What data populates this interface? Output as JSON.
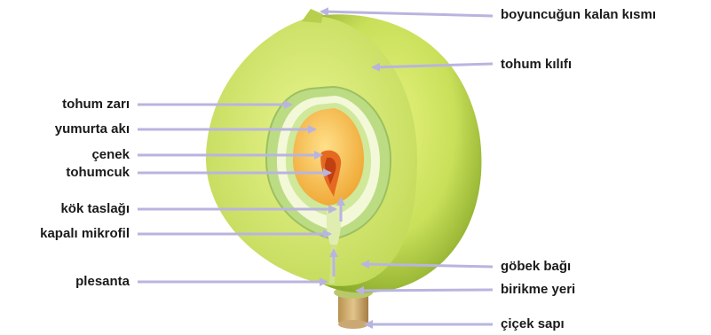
{
  "labels": {
    "stem_remnant": "boyuncuğun kalan kısmı",
    "seed_coat_outer": "tohum kılıfı",
    "seed_coat": "tohum zarı",
    "endosperm": "yumurta akı",
    "cotyledon": "çenek",
    "embryo": "tohumcuk",
    "radicle": "kök taslağı",
    "micropyle": "kapalı mikrofil",
    "placenta": "plesanta",
    "funiculus": "göbek bağı",
    "receptacle": "birikme yeri",
    "pedicel": "çiçek sapı"
  },
  "colors": {
    "arrow": "#b9b4df",
    "fruit_light": "#d6ea6a",
    "fruit_dark": "#8fb22a",
    "endosperm": "#f3b83f",
    "embryo": "#d9541c",
    "stalk": "#c9a46a"
  }
}
